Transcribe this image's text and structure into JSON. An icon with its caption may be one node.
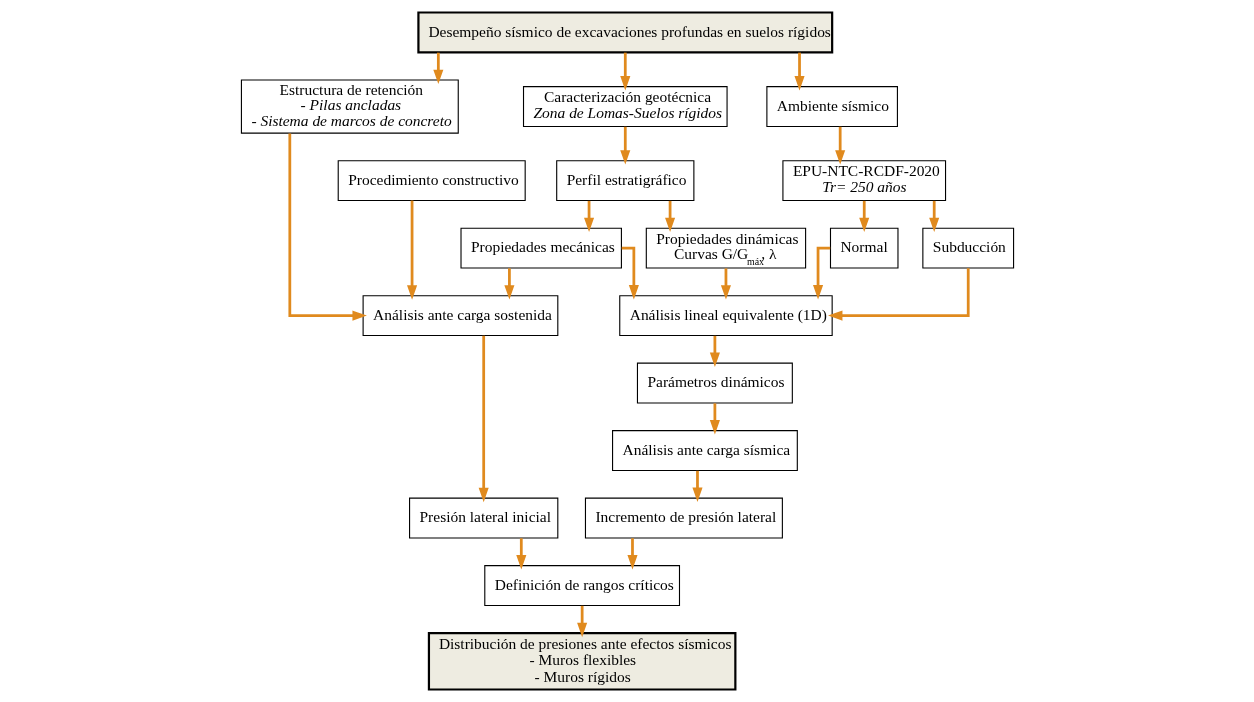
{
  "diagram": {
    "nodes": [
      {
        "text": [
          "Desempeño sísmico de excavaciones profundas en suelos rígidos"
        ]
      },
      {
        "text": [
          "Estructura de retención",
          "- Pilas ancladas",
          "- Sistema de marcos de concreto"
        ]
      },
      {
        "text": [
          "Caracterización geotécnica",
          "Zona de Lomas-Suelos rígidos"
        ]
      },
      {
        "text": [
          "Ambiente sísmico"
        ]
      },
      {
        "text": [
          "Perfil estratigráfico"
        ]
      },
      {
        "text": [
          "EPU-NTC-RCDF-2020",
          "Tr= 250 años"
        ]
      },
      {
        "text": [
          "Procedimiento constructivo"
        ]
      },
      {
        "text": [
          "Propiedades mecánicas"
        ]
      },
      {
        "text": [
          "Propiedades dinámicas",
          "Curvas G/G$_{máx}$, λ"
        ]
      },
      {
        "text": [
          "Normal"
        ]
      },
      {
        "text": [
          "Subducción"
        ]
      },
      {
        "text": [
          "Análisis ante carga sostenida"
        ]
      },
      {
        "text": [
          "Análisis lineal equivalente (1D)"
        ]
      },
      {
        "text": [
          "Análisis ante carga sísmica"
        ]
      },
      {
        "text": [
          "Parámetros dinámicos"
        ]
      },
      {
        "text": [
          "Presión lateral inicial"
        ]
      },
      {
        "text": [
          "Incremento de presión lateral"
        ]
      },
      {
        "text": [
          "Definición de rangos críticos"
        ]
      },
      {
        "text": [
          "Distribución de presiones ante efectos sísmicos",
          "- Muros flexibles",
          "- Muros rígidos"
        ]
      }
    ],
    "edges": [
      {
        "from": 0,
        "to": 1,
        "arrow": "to"
      },
      {
        "from": 0,
        "to": 2,
        "arrow": "to"
      },
      {
        "from": 0,
        "to": 3,
        "arrow": "to"
      },
      {
        "from": 2,
        "to": 4,
        "arrow": "to"
      },
      {
        "from": 3,
        "to": 5,
        "arrow": "to"
      },
      {
        "from": 4,
        "to": 7,
        "arrow": "to"
      },
      {
        "from": 4,
        "to": 8,
        "arrow": "to"
      },
      {
        "from": 5,
        "to": 9,
        "arrow": "to"
      },
      {
        "from": 5,
        "to": 10,
        "arrow": "to"
      },
      {
        "from": 1,
        "to": 11,
        "arrow": "to"
      },
      {
        "from": 6,
        "to": 11,
        "arrow": "to"
      },
      {
        "from": 7,
        "to": 11,
        "arrow": "to"
      },
      {
        "from": 7,
        "to": 12,
        "arrow": "to"
      },
      {
        "from": 8,
        "to": 12,
        "arrow": "to"
      },
      {
        "from": 9,
        "to": 12,
        "arrow": "to"
      },
      {
        "from": 10,
        "to": 12,
        "arrow": "to"
      },
      {
        "from": 12,
        "to": 14,
        "arrow": "to"
      },
      {
        "from": 14,
        "to": 13,
        "arrow": "to"
      },
      {
        "from": 11,
        "to": 15,
        "arrow": "to"
      },
      {
        "from": 13,
        "to": 16,
        "arrow": "to"
      },
      {
        "from": 15,
        "to": 17,
        "arrow": "to"
      },
      {
        "from": 16,
        "to": 17,
        "arrow": "to"
      },
      {
        "from": 17,
        "to": 18,
        "arrow": "to"
      }
    ]
  }
}
